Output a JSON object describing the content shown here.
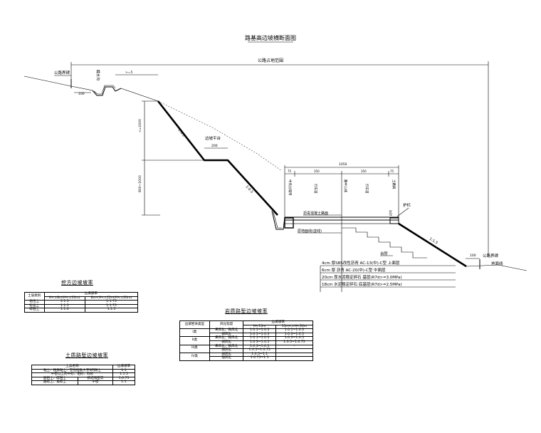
{
  "drawing": {
    "title": "路基高边坡横断面图",
    "road_width_label": "公路占地范围",
    "boundary_left": "公路界碑",
    "boundary_right": "公路界碑",
    "ditch_label": "截水沟",
    "dim_left_100": "100",
    "dim_ge5": ">=5",
    "dim_height_upper": "<=1000",
    "dim_height_lower": "800~1000",
    "platform_label": "边坡平台",
    "platform_width": "200",
    "slope_upper": "1:0.5",
    "slope_middle": "1:0.5",
    "slope_fill": "1:1.5",
    "roadway_width": "1050",
    "dim_75a": "75",
    "dim_350a": "350",
    "dim_350b": "350",
    "dim_75b": "75",
    "lane_labels": [
      "中央分隔带",
      "行车道",
      "路中心线",
      "行车道",
      "土路肩"
    ],
    "edge_stone": "护栏",
    "curb_label": "边沟",
    "pavement_label": "沥青混凝土路面",
    "subgrade_label": "原地面线(虚线)",
    "bench_label": "台阶",
    "dim_right_100": "100",
    "ground_line": "地面线",
    "pavement_layers": [
      "4cm 厚SBS改性沥青 AC-13(中)-C型 上面层",
      "6cm 厚 沥青 AC-20(中)-C型 中面层",
      "20cm 厚水泥稳定碎石 基层(R7d>=3.0MPa)",
      "18cm 水泥稳定碎石 底基层(R7d>=2.5MPa)"
    ]
  },
  "cut_table": {
    "title": "挖方边坡坡率",
    "header_row1": [
      "土层类别",
      "边坡坡率"
    ],
    "header_row2": [
      "H<=8m(H<=10m)",
      "8m<H<=12m(H<=20m)"
    ],
    "rows": [
      [
        "粘性土",
        "1:1.5",
        "1:1.75"
      ],
      [
        "砂类土",
        "1:1.5",
        "1:1.75"
      ],
      [
        "碎石土",
        "1:1.0",
        "1:1.5"
      ]
    ]
  },
  "fill_table": {
    "title": "土质路堑边坡坡率",
    "header": [
      "土类名称",
      "边坡坡率"
    ],
    "rows": [
      [
        "粘土、粉质粘土、塑性指数大于3的粉土",
        "1:1"
      ],
      [
        "中密以上的中砂、粗砂、砾砂",
        "1:1.5"
      ],
      [
        "卵石土、碎石土",
        "胶结和密实",
        "1:0.75"
      ],
      [
        "圆砾土、角砾土",
        "中密",
        "1:1"
      ]
    ]
  },
  "rock_table": {
    "title": "岩质路堑边坡坡率",
    "header_row1": [
      "边坡岩体类型",
      "风化程度",
      "边坡坡率"
    ],
    "header_row2": [
      "H<15m",
      "15m<=H<30m"
    ],
    "rows": [
      [
        "I类",
        "未风化、微风化",
        "1:0.1~1:0.3",
        "1:0.1~1:0.3"
      ],
      [
        "",
        "弱风化",
        "1:0.1~1:0.3",
        "1:0.3~1:0.5"
      ],
      [
        "II类",
        "未风化、微风化",
        "1:0.1~1:0.3",
        "1:0.3~1:0.5"
      ],
      [
        "",
        "弱风化",
        "1:0.3~1:0.5",
        "1:0.5~1:0.75"
      ],
      [
        "III类",
        "未风化、微风化",
        "1:0.3~1:0.5",
        "-"
      ],
      [
        "",
        "弱风化",
        "1:0.5~1:0.75",
        ""
      ],
      [
        "IV类",
        "弱风化",
        "1:0.5~1:1",
        ""
      ],
      [
        "",
        "强风化",
        "1:0.75~1:1",
        ""
      ]
    ]
  }
}
